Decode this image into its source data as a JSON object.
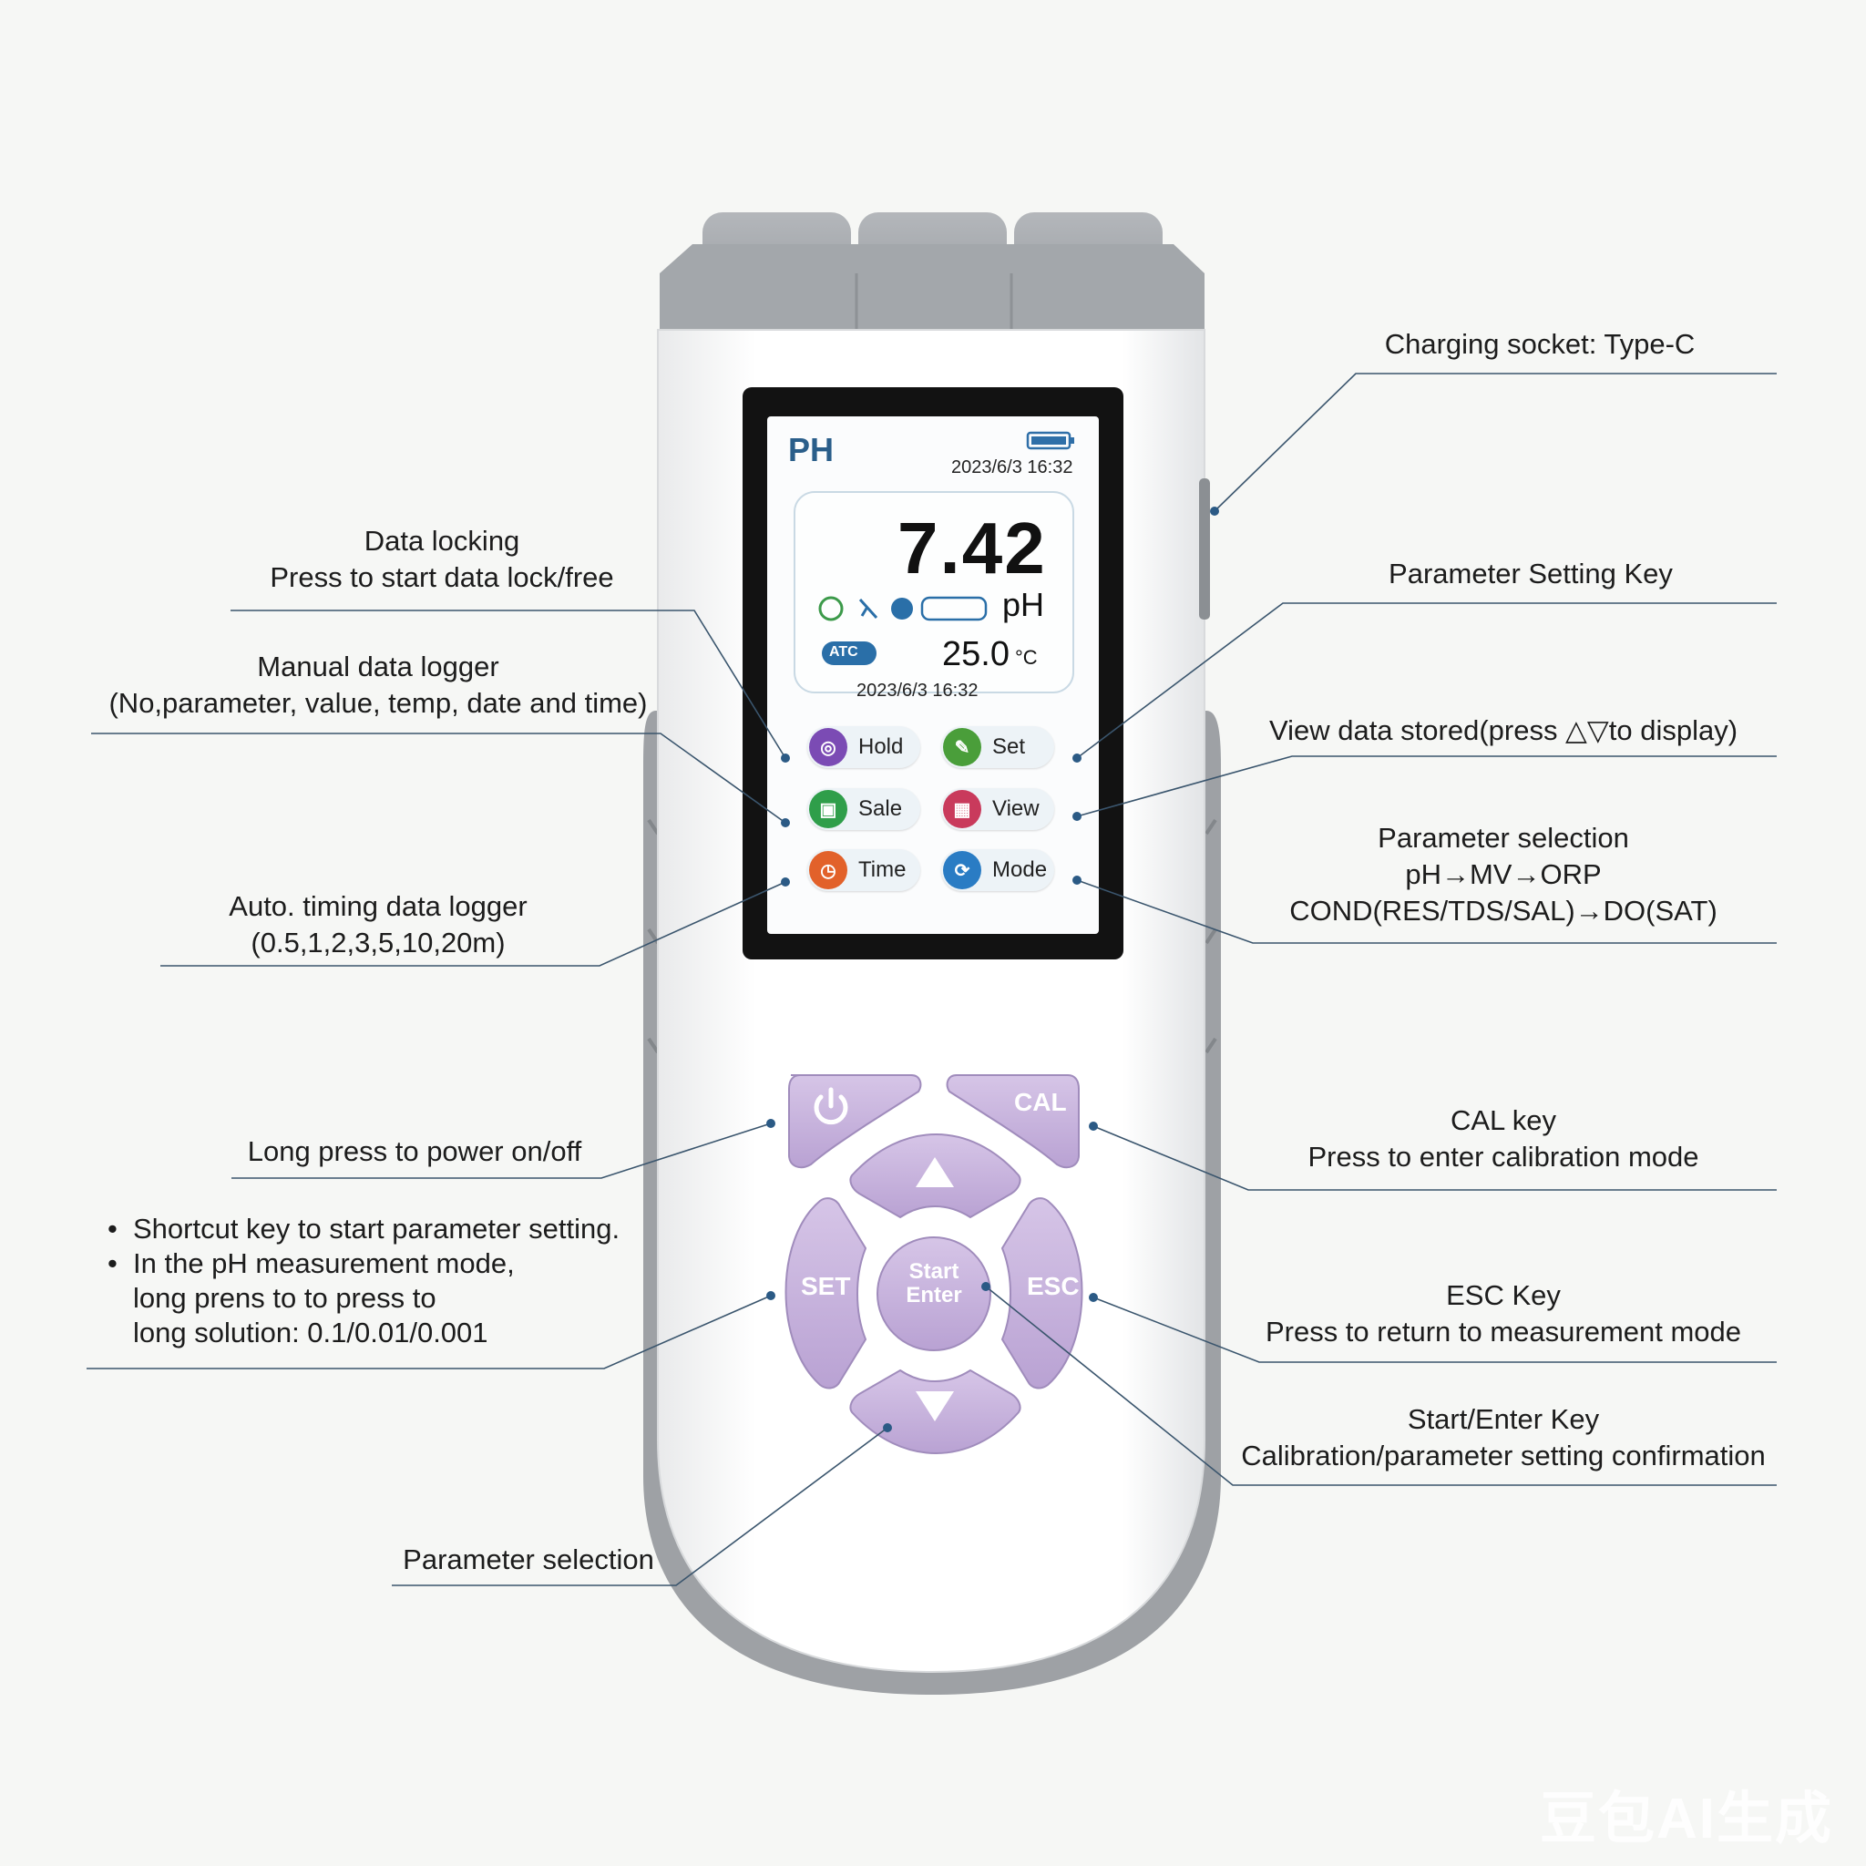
{
  "device": {
    "screen": {
      "mode": "PH",
      "datetime_top": "2023/6/3 16:32",
      "value": "7.42",
      "unit": "pH",
      "temperature": "25.0",
      "temperature_unit": "°C",
      "datetime_bottom": "2023/6/3 16:32",
      "status_icons": [
        "sun-icon",
        "pin-icon",
        "drop-icon",
        "probe-icon"
      ],
      "atc_badge": "ATC",
      "buttons": [
        {
          "label": "Hold",
          "icon": "hold-icon",
          "color": "#7b4bb4"
        },
        {
          "label": "Set",
          "icon": "set-icon",
          "color": "#4a9e3a"
        },
        {
          "label": "Sale",
          "icon": "save-icon",
          "color": "#2f9e4a"
        },
        {
          "label": "View",
          "icon": "view-icon",
          "color": "#c93a5c"
        },
        {
          "label": "Time",
          "icon": "timer-icon",
          "color": "#e2612a"
        },
        {
          "label": "Mode",
          "icon": "mode-icon",
          "color": "#2a7cc4"
        }
      ]
    },
    "keys": {
      "power": "power-icon",
      "cal": "CAL",
      "up": "up-arrow-icon",
      "set": "SET",
      "enter": "Start\nEnter",
      "esc": "ESC",
      "down": "down-arrow-icon"
    },
    "colors": {
      "body": "#ffffff",
      "grip": "#9c9fa3",
      "cap": "#a7abaf",
      "key": "#c8b4dd",
      "key_dark": "#b09ccc",
      "callout_line": "#2b4a66",
      "dot": "#2b5a85"
    }
  },
  "callouts": {
    "data_locking": [
      "Data locking",
      "Press to start data lock/free"
    ],
    "manual_logger": [
      "Manual data logger",
      "(No,parameter, value, temp, date and time)"
    ],
    "auto_logger": [
      "Auto. timing data logger",
      "(0.5,1,2,3,5,10,20m)"
    ],
    "power": [
      "Long press to power on/off"
    ],
    "shortcut": [
      "Shortcut key to start parameter setting.",
      "In the pH measurement mode,",
      "long prens to to press to",
      "long solution: 0.1/0.01/0.001"
    ],
    "param_selection_down": [
      "Parameter selection"
    ],
    "charging": [
      "Charging socket: Type-C"
    ],
    "param_setting": [
      "Parameter Setting Key"
    ],
    "view_data": [
      "View data stored(press △▽to display)"
    ],
    "param_selection_mode": [
      "Parameter selection",
      "pH→MV→ORP",
      "COND(RES/TDS/SAL)→DO(SAT)"
    ],
    "cal": [
      "CAL key",
      "Press to enter calibration mode"
    ],
    "esc": [
      "ESC Key",
      "Press to return to measurement mode"
    ],
    "enter": [
      "Start/Enter Key",
      "Calibration/parameter setting confirmation"
    ]
  },
  "watermark": "豆包AI生成"
}
